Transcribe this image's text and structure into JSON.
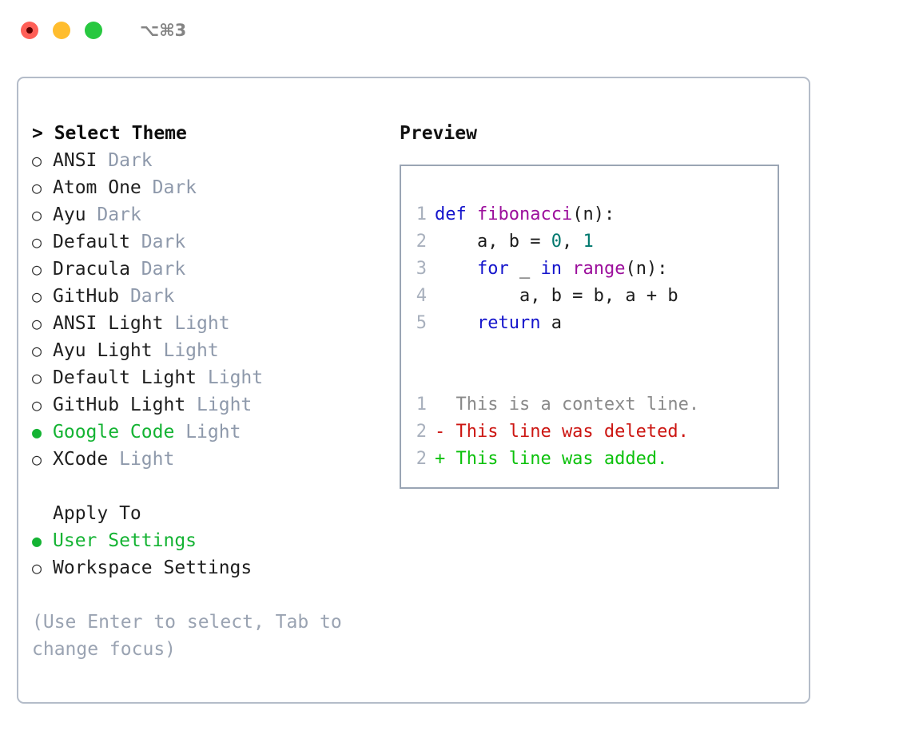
{
  "titlebar": {
    "shortcut": "⌥⌘3",
    "buttons": [
      {
        "name": "close",
        "color": "#ff5f57"
      },
      {
        "name": "minimize",
        "color": "#ffbd2e"
      },
      {
        "name": "zoom",
        "color": "#28c840"
      }
    ]
  },
  "theme_list": {
    "header": "> Select Theme",
    "marker_unselected": "○",
    "marker_selected": "●",
    "items": [
      {
        "name": "ANSI",
        "tag": "Dark",
        "selected": false
      },
      {
        "name": "Atom One",
        "tag": "Dark",
        "selected": false
      },
      {
        "name": "Ayu",
        "tag": "Dark",
        "selected": false
      },
      {
        "name": "Default",
        "tag": "Dark",
        "selected": false
      },
      {
        "name": "Dracula",
        "tag": "Dark",
        "selected": false
      },
      {
        "name": "GitHub",
        "tag": "Dark",
        "selected": false
      },
      {
        "name": "ANSI Light",
        "tag": "Light",
        "selected": false
      },
      {
        "name": "Ayu Light",
        "tag": "Light",
        "selected": false
      },
      {
        "name": "Default Light",
        "tag": "Light",
        "selected": false
      },
      {
        "name": "GitHub Light",
        "tag": "Light",
        "selected": false
      },
      {
        "name": "Google Code",
        "tag": "Light",
        "selected": true
      },
      {
        "name": "XCode",
        "tag": "Light",
        "selected": false
      }
    ]
  },
  "apply_to": {
    "header": "Apply To",
    "items": [
      {
        "name": "User Settings",
        "selected": true
      },
      {
        "name": "Workspace Settings",
        "selected": false
      }
    ]
  },
  "hint": "(Use Enter to select, Tab to change focus)",
  "preview": {
    "title": "Preview",
    "code_lines": [
      {
        "num": "1",
        "tokens": [
          {
            "t": "def ",
            "c": "kw"
          },
          {
            "t": "fibonacci",
            "c": "fn"
          },
          {
            "t": "(n):",
            "c": "pl"
          }
        ]
      },
      {
        "num": "2",
        "tokens": [
          {
            "t": "    a, b = ",
            "c": "pl"
          },
          {
            "t": "0",
            "c": "num"
          },
          {
            "t": ", ",
            "c": "pl"
          },
          {
            "t": "1",
            "c": "num"
          }
        ]
      },
      {
        "num": "3",
        "tokens": [
          {
            "t": "    ",
            "c": "pl"
          },
          {
            "t": "for",
            "c": "kw"
          },
          {
            "t": " _ ",
            "c": "pl"
          },
          {
            "t": "in",
            "c": "kw"
          },
          {
            "t": " ",
            "c": "pl"
          },
          {
            "t": "range",
            "c": "fn"
          },
          {
            "t": "(n):",
            "c": "pl"
          }
        ]
      },
      {
        "num": "4",
        "tokens": [
          {
            "t": "        a, b = b, a + b",
            "c": "pl"
          }
        ]
      },
      {
        "num": "5",
        "tokens": [
          {
            "t": "    ",
            "c": "pl"
          },
          {
            "t": "return",
            "c": "kw"
          },
          {
            "t": " a",
            "c": "pl"
          }
        ]
      }
    ],
    "diff_lines": [
      {
        "num": "1",
        "text": "  This is a context line.",
        "kind": "ctx"
      },
      {
        "num": "2",
        "text": "- This line was deleted.",
        "kind": "del"
      },
      {
        "num": "2",
        "text": "+ This line was added.",
        "kind": "add"
      }
    ]
  },
  "colors": {
    "accent_green": "#14b333",
    "muted": "#8e99ab",
    "keyword": "#1515cc",
    "function": "#9c0f9c",
    "number": "#00786e",
    "diff_add": "#0cc10c",
    "diff_del": "#cc1612",
    "diff_ctx": "#8a8a8a",
    "panel_border": "#b4bcc9",
    "code_border": "#9aa5b4"
  }
}
